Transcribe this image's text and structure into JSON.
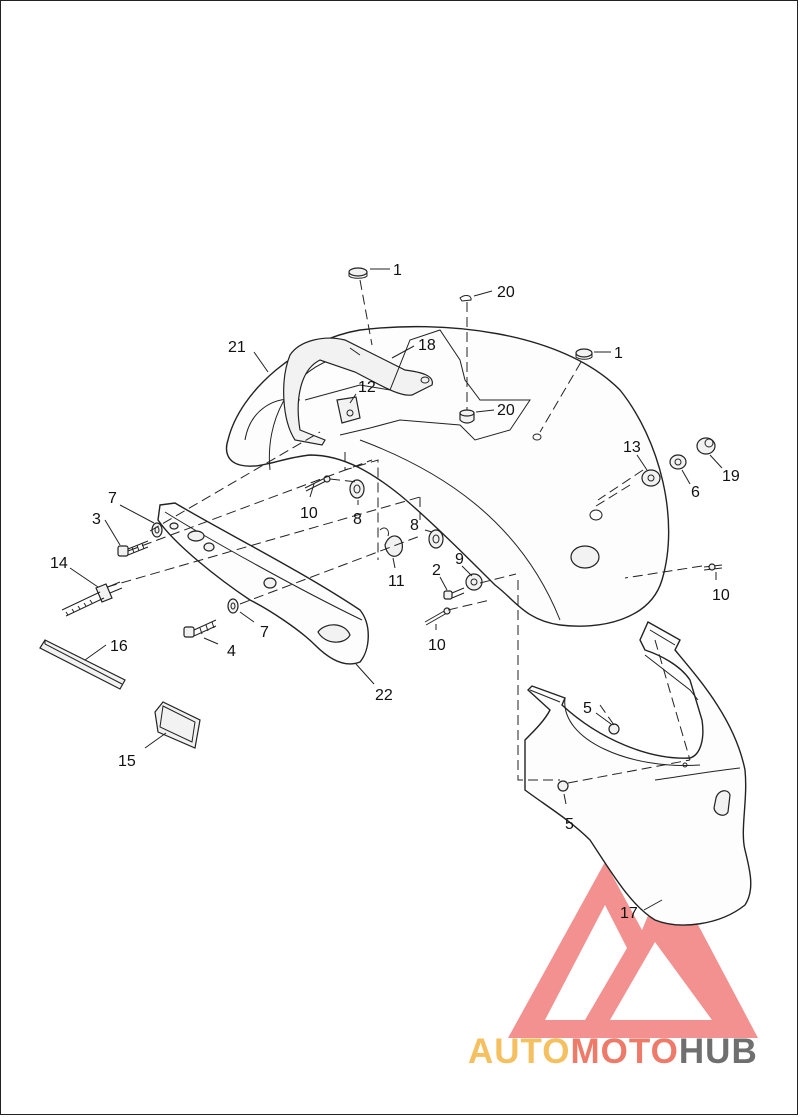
{
  "diagram": {
    "callouts": [
      {
        "id": "c1a",
        "num": "1"
      },
      {
        "id": "c1b",
        "num": "1"
      },
      {
        "id": "c20a",
        "num": "20"
      },
      {
        "id": "c20b",
        "num": "20"
      },
      {
        "id": "c21",
        "num": "21"
      },
      {
        "id": "c18",
        "num": "18"
      },
      {
        "id": "c12",
        "num": "12"
      },
      {
        "id": "c13",
        "num": "13"
      },
      {
        "id": "c19",
        "num": "19"
      },
      {
        "id": "c6",
        "num": "6"
      },
      {
        "id": "c7a",
        "num": "7"
      },
      {
        "id": "c3",
        "num": "3"
      },
      {
        "id": "c10a",
        "num": "10"
      },
      {
        "id": "c8a",
        "num": "8"
      },
      {
        "id": "c8b",
        "num": "8"
      },
      {
        "id": "c9",
        "num": "9"
      },
      {
        "id": "c2",
        "num": "2"
      },
      {
        "id": "c11",
        "num": "11"
      },
      {
        "id": "c10b",
        "num": "10"
      },
      {
        "id": "c10c",
        "num": "10"
      },
      {
        "id": "c14",
        "num": "14"
      },
      {
        "id": "c7b",
        "num": "7"
      },
      {
        "id": "c4",
        "num": "4"
      },
      {
        "id": "c16",
        "num": "16"
      },
      {
        "id": "c22",
        "num": "22"
      },
      {
        "id": "c15",
        "num": "15"
      },
      {
        "id": "c5a",
        "num": "5"
      },
      {
        "id": "c5b",
        "num": "5"
      },
      {
        "id": "c17",
        "num": "17"
      }
    ]
  },
  "watermark": {
    "word_part1": "AUTO",
    "word_part2": "MOTO",
    "word_part3": "HUB",
    "color_part1": "#f5c060",
    "color_part2": "#ee7a6a",
    "color_part3": "#6f6f6f",
    "triangle_color": "#ef6b6b"
  }
}
